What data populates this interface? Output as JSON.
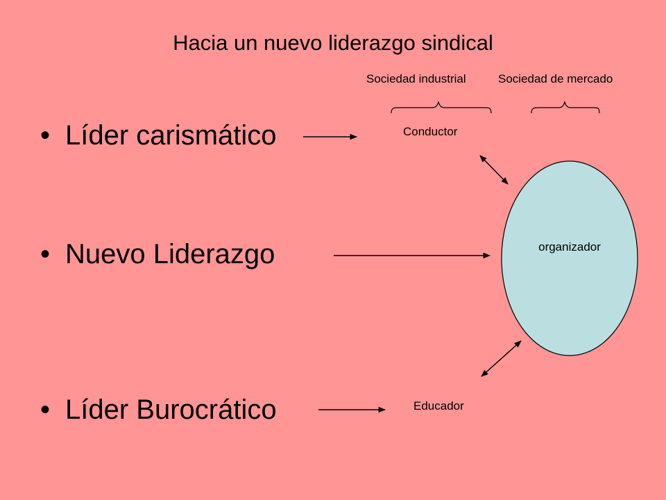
{
  "title": "Hacia un nuevo liderazgo sindical",
  "bullets": {
    "symbol": "•",
    "item1": "Líder carismático",
    "item2": "Nuevo Liderazgo",
    "item3": "Líder Burocrático"
  },
  "labels": {
    "society_industrial": "Sociedad industrial",
    "society_market": "Sociedad de mercado",
    "conductor": "Conductor",
    "educador": "Educador",
    "organizador": "organizador"
  },
  "colors": {
    "background": "#FF9595",
    "ellipse_fill": "#BBDFE0",
    "line": "#000000"
  }
}
